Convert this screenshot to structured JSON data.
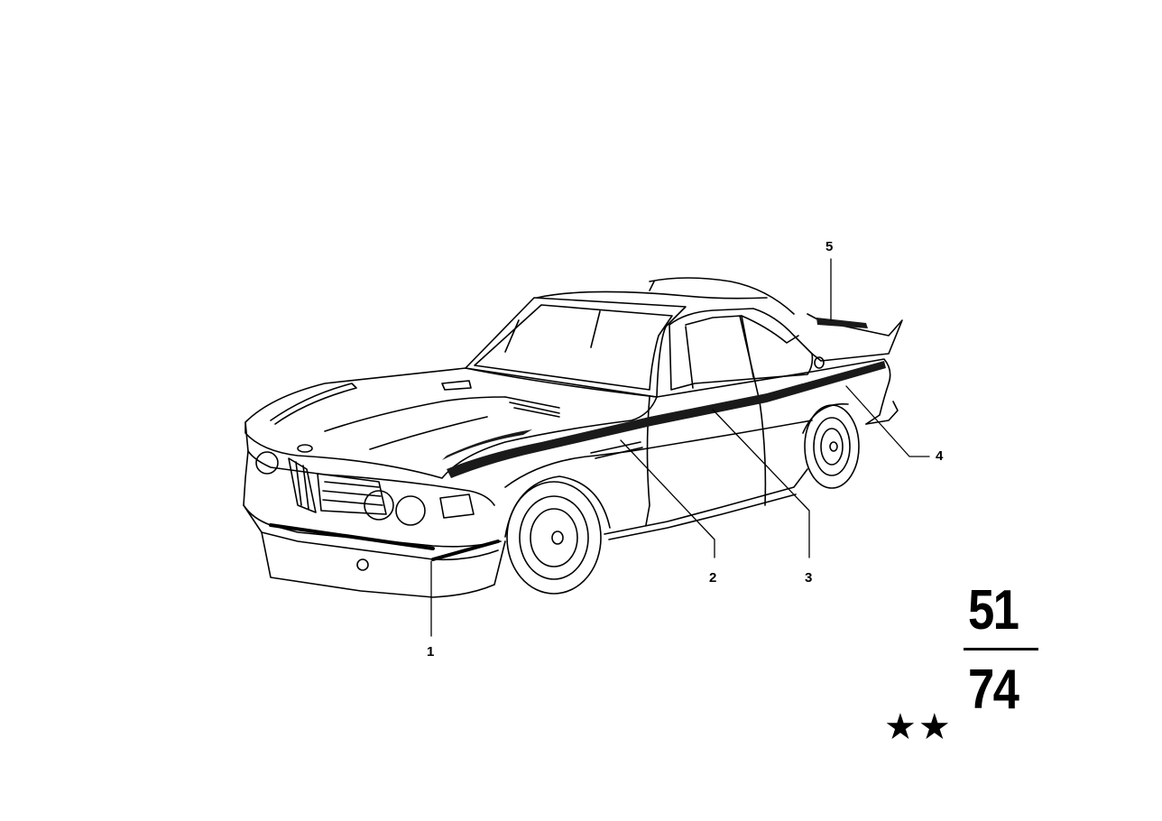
{
  "callouts": [
    {
      "label": "1"
    },
    {
      "label": "2"
    },
    {
      "label": "3"
    },
    {
      "label": "4"
    },
    {
      "label": "5"
    }
  ],
  "group_code": {
    "top": "51",
    "bottom": "74"
  },
  "stars": "★★",
  "colors": {
    "ink": "#000000",
    "paper": "#ffffff",
    "stripe": "#1a1a1a"
  }
}
